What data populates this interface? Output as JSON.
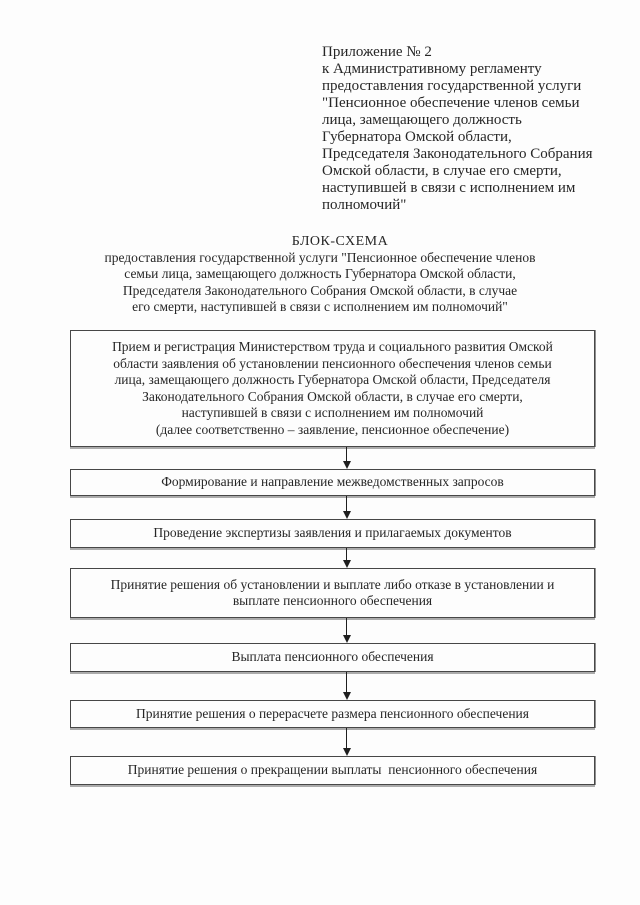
{
  "doc": {
    "appendix": "Приложение № 2\nк Административному регламенту\nпредоставления государственной услуги\n\"Пенсионное обеспечение членов семьи\nлица, замещающего должность\nГубернатора Омской области,\nПредседателя Законодательного Собрания\nОмской области, в случае его смерти,\nнаступившей в связи с исполнением им\nполномочий\"",
    "title": "БЛОК-СХЕМА",
    "subtitle": "предоставления государственной услуги \"Пенсионное обеспечение членов\nсемьи лица, замещающего должность Губернатора Омской области,\nПредседателя Законодательного Собрания Омской области, в случае\nего смерти, наступившей в связи с исполнением им полномочий\"",
    "steps": [
      {
        "text": "Прием и регистрация Министерством труда и социального развития Омской\nобласти заявления об установлении пенсионного обеспечения членов семьи\nлица, замещающего должность Губернатора Омской области, Председателя\nЗаконодательного Собрания Омской области, в случае его смерти,\nнаступившей в связи с исполнением им полномочий\n(далее соответственно – заявление, пенсионное обеспечение)"
      },
      {
        "text": "Формирование и направление межведомственных запросов"
      },
      {
        "text": "Проведение экспертизы заявления и прилагаемых документов"
      },
      {
        "text": "Принятие решения об установлении и выплате либо отказе в установлении и\nвыплате пенсионного обеспечения"
      },
      {
        "text": "Выплата пенсионного обеспечения"
      },
      {
        "text": "Принятие решения о перерасчете размера пенсионного обеспечения"
      },
      {
        "text": "Принятие решения о прекращении выплаты  пенсионного обеспечения"
      }
    ],
    "colors": {
      "paper": "#fdfdfd",
      "ink": "#262626",
      "box_border": "#474747",
      "scan_shadow": "#ababab",
      "arrow": "#1f1f1f"
    }
  }
}
